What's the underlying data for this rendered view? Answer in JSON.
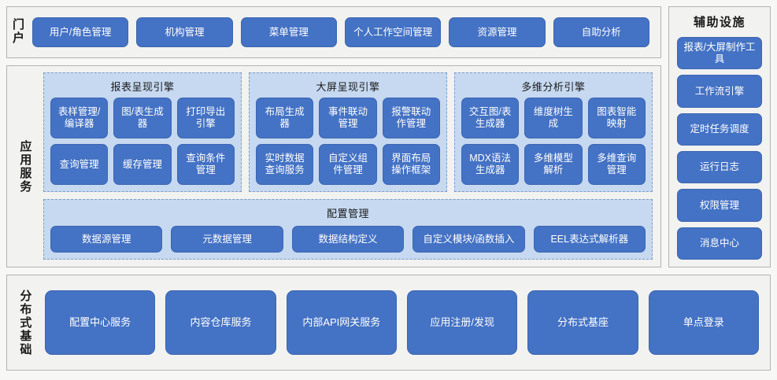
{
  "theme": {
    "button_fill": "#4472c4",
    "group_fill": "#c6d9f1",
    "group_border": "#7f9dc4",
    "panel_fill": "#f2f2f0",
    "panel_border": "#b3b3b3",
    "page_background": "#f7f7f5",
    "button_text": "#ffffff",
    "label_text": "#1a1a1a"
  },
  "portal": {
    "label": "门户",
    "items": [
      {
        "label": "用户/角色管理"
      },
      {
        "label": "机构管理"
      },
      {
        "label": "菜单管理"
      },
      {
        "label": "个人工作空间管理"
      },
      {
        "label": "资源管理"
      },
      {
        "label": "自助分析"
      }
    ]
  },
  "aux": {
    "title": "辅助设施",
    "items": [
      {
        "label": "报表/大屏制作工具"
      },
      {
        "label": "工作流引擎"
      },
      {
        "label": "定时任务调度"
      },
      {
        "label": "运行日志"
      },
      {
        "label": "权限管理"
      },
      {
        "label": "消息中心"
      }
    ]
  },
  "app_services": {
    "label": "应用服务",
    "engines": [
      {
        "title": "报表呈现引擎",
        "items": [
          {
            "label": "表样管理/编译器"
          },
          {
            "label": "图/表生成器"
          },
          {
            "label": "打印导出引擎"
          },
          {
            "label": "查询管理"
          },
          {
            "label": "缓存管理"
          },
          {
            "label": "查询条件管理"
          }
        ]
      },
      {
        "title": "大屏呈现引擎",
        "items": [
          {
            "label": "布局生成器"
          },
          {
            "label": "事件联动管理"
          },
          {
            "label": "报警联动作管理"
          },
          {
            "label": "实时数据查询服务"
          },
          {
            "label": "自定义组件管理"
          },
          {
            "label": "界面布局操作框架"
          }
        ]
      },
      {
        "title": "多维分析引擎",
        "items": [
          {
            "label": "交互图/表生成器"
          },
          {
            "label": "维度树生成"
          },
          {
            "label": "图表智能映射"
          },
          {
            "label": "MDX语法生成器"
          },
          {
            "label": "多维模型解析"
          },
          {
            "label": "多维查询管理"
          }
        ]
      }
    ],
    "config": {
      "title": "配置管理",
      "items": [
        {
          "label": "数据源管理"
        },
        {
          "label": "元数据管理"
        },
        {
          "label": "数据结构定义"
        },
        {
          "label": "自定义模块/函数插入"
        },
        {
          "label": "EEL表达式解析器"
        }
      ]
    }
  },
  "distributed": {
    "label": "分布式基础",
    "items": [
      {
        "label": "配置中心服务"
      },
      {
        "label": "内容仓库服务"
      },
      {
        "label": "内部API网关服务"
      },
      {
        "label": "应用注册/发现"
      },
      {
        "label": "分布式基座"
      },
      {
        "label": "单点登录"
      }
    ]
  }
}
